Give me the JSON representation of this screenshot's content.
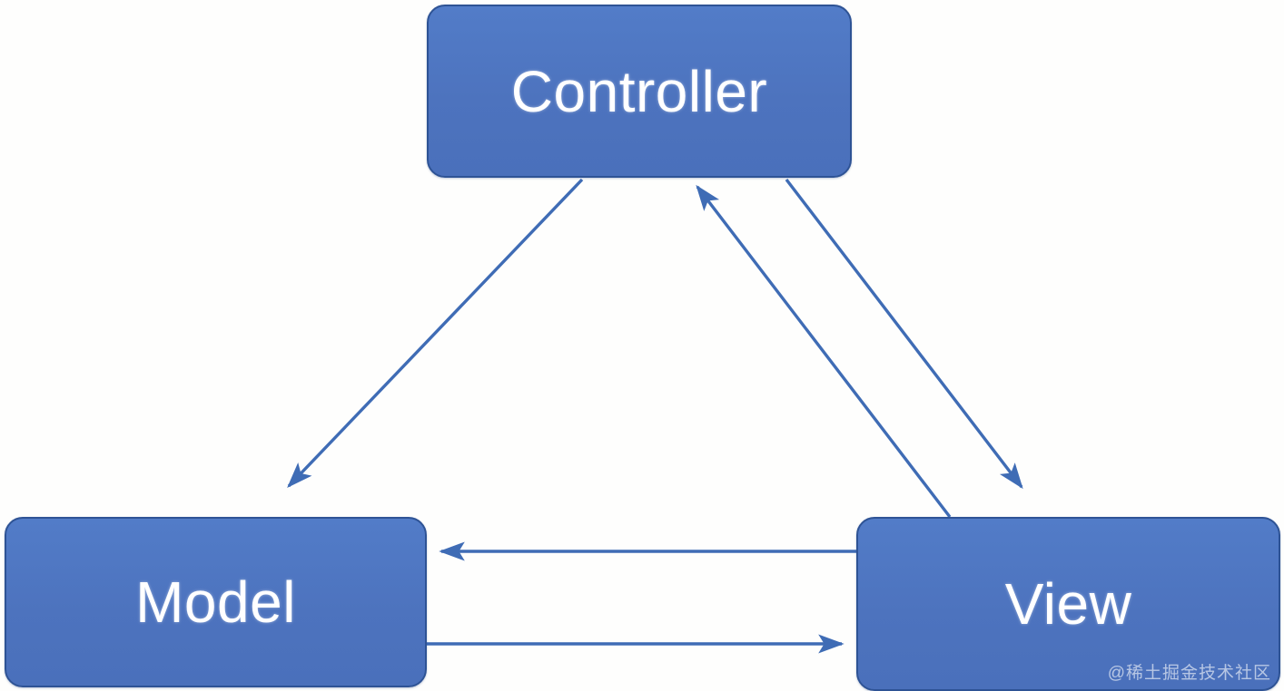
{
  "diagram": {
    "title": "MVC pattern diagram",
    "background_color": "#fefefd",
    "node_fill_color": "#4F77C4",
    "node_border_color": "#2E5395",
    "connector_color": "#3F6CB5",
    "label_color": "#ffffff",
    "nodes": [
      {
        "id": "controller",
        "label": "Controller"
      },
      {
        "id": "model",
        "label": "Model"
      },
      {
        "id": "view",
        "label": "View"
      }
    ],
    "connectors": [
      {
        "id": "controller-to-model",
        "from": "Controller",
        "to": "Model",
        "direction": "one-way"
      },
      {
        "id": "controller-to-view",
        "from": "Controller",
        "to": "View",
        "direction": "one-way"
      },
      {
        "id": "view-to-controller",
        "from": "View",
        "to": "Controller",
        "direction": "one-way"
      },
      {
        "id": "view-to-model",
        "from": "View",
        "to": "Model",
        "direction": "one-way"
      },
      {
        "id": "model-to-view",
        "from": "Model",
        "to": "View",
        "direction": "one-way"
      }
    ]
  },
  "watermark": {
    "text": "@稀土掘金技术社区"
  }
}
